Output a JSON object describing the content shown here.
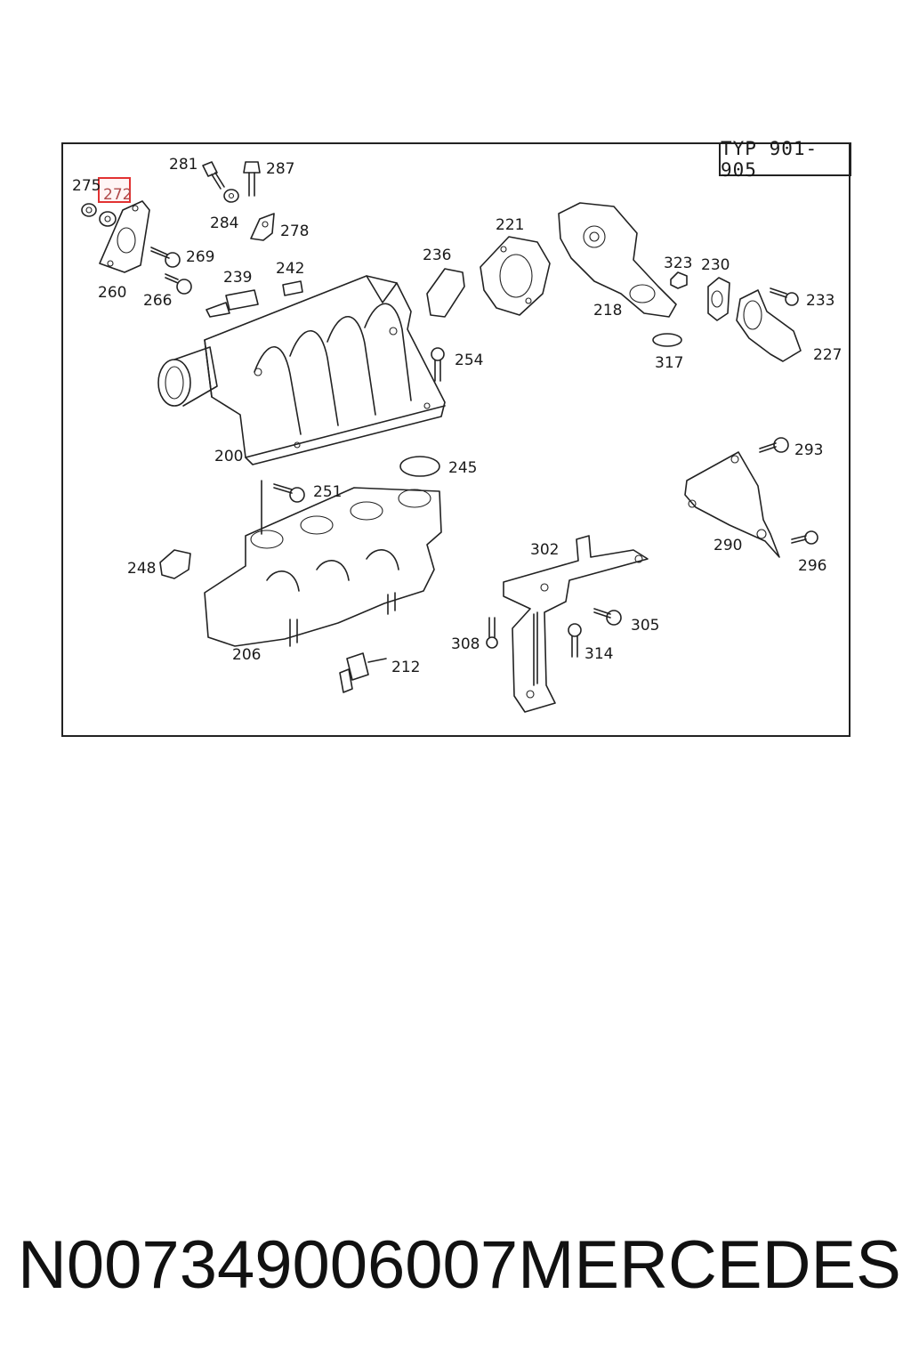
{
  "typ_label": "TYP 901-905",
  "highlighted_part": "272",
  "labels": {
    "p275": "275",
    "p272": "272",
    "p281": "281",
    "p287": "287",
    "p284": "284",
    "p278": "278",
    "p260": "260",
    "p269": "269",
    "p266": "266",
    "p239": "239",
    "p242": "242",
    "p236": "236",
    "p221": "221",
    "p218": "218",
    "p323": "323",
    "p230": "230",
    "p233": "233",
    "p317": "317",
    "p227": "227",
    "p254": "254",
    "p200": "200",
    "p245": "245",
    "p251": "251",
    "p293": "293",
    "p248": "248",
    "p290": "290",
    "p296": "296",
    "p302": "302",
    "p305": "305",
    "p308": "308",
    "p314": "314",
    "p206": "206",
    "p212": "212"
  },
  "footer": {
    "part_number": "N007349006007",
    "brand": "MERCEDES"
  }
}
